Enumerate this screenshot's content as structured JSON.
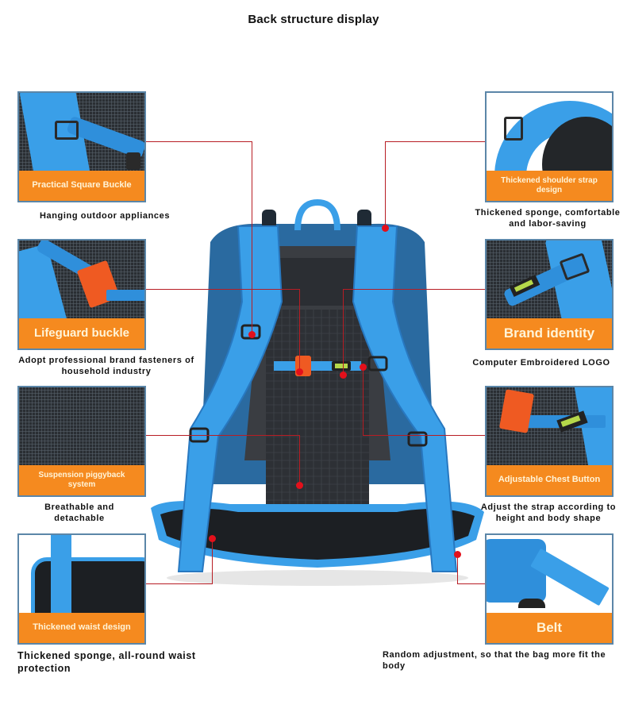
{
  "title": "Back structure display",
  "features": [
    {
      "id": "square-buckle",
      "band": "Practical Square Buckle",
      "caption": "Hanging outdoor appliances"
    },
    {
      "id": "shoulder-strap",
      "band": "Thickened shoulder strap design",
      "caption": "Thickened sponge, comfortable and labor-saving"
    },
    {
      "id": "lifeguard-buckle",
      "band": "Lifeguard buckle",
      "caption": "Adopt professional brand fasteners of household industry"
    },
    {
      "id": "brand-identity",
      "band": "Brand identity",
      "caption": "Computer Embroidered LOGO"
    },
    {
      "id": "suspension",
      "band": "Suspension piggyback system",
      "caption": "Breathable and detachable"
    },
    {
      "id": "chest-button",
      "band": "Adjustable Chest Button",
      "caption": "Adjust the strap according to height and body shape"
    },
    {
      "id": "waist",
      "band": "Thickened waist design",
      "caption": "Thickened sponge, all-round waist protection"
    },
    {
      "id": "belt",
      "band": "Belt",
      "caption": "Random adjustment, so that the bag more fit the body"
    }
  ],
  "colors": {
    "band": "#f58a1f",
    "band_text": "#fff4d8",
    "card_border": "#5b86a8",
    "strap_blue": "#2f8fdb",
    "connector": "#b81d24",
    "dot": "#e3101b"
  }
}
